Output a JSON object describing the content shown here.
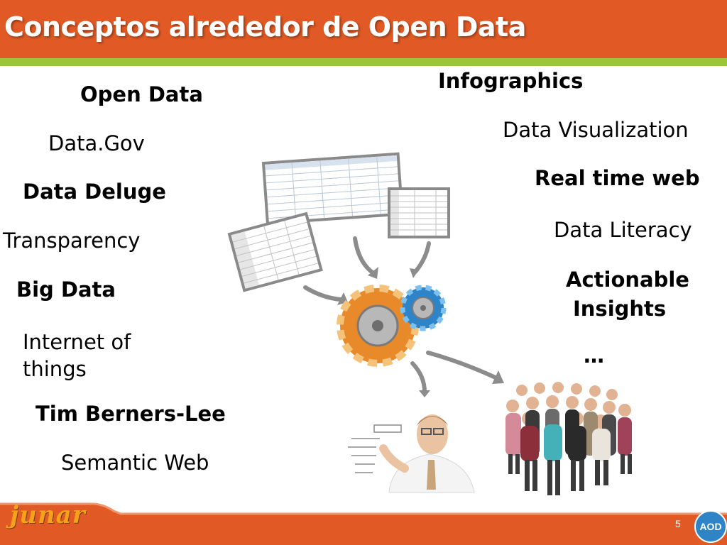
{
  "slide": {
    "title": "Conceptos alrededor de Open Data",
    "page_number": "5",
    "badge": "AOD",
    "logo": "junar",
    "colors": {
      "header": "#e15a25",
      "stripe": "#9ac73a",
      "badge": "#2f84c8",
      "gear_orange": "#e8892a",
      "gear_blue": "#2f84c8"
    }
  },
  "left_terms": {
    "open_data": "Open Data",
    "data_gov": "Data.Gov",
    "data_deluge": "Data Deluge",
    "transparency": "Transparency",
    "big_data": "Big Data",
    "iot_line1": "Internet of",
    "iot_line2": "things",
    "tim": "Tim Berners-Lee",
    "semantic_web": "Semantic Web"
  },
  "right_terms": {
    "infographics": "Infographics",
    "data_visualization": "Data Visualization",
    "real_time_web": "Real time web",
    "data_literacy": "Data Literacy",
    "actionable": "Actionable",
    "insights": "Insights",
    "ellipsis": "…"
  },
  "illustration": {
    "icons": [
      "spreadsheet-icon",
      "gears-icon",
      "arrow-icon",
      "presenter-icon",
      "crowd-icon"
    ]
  }
}
